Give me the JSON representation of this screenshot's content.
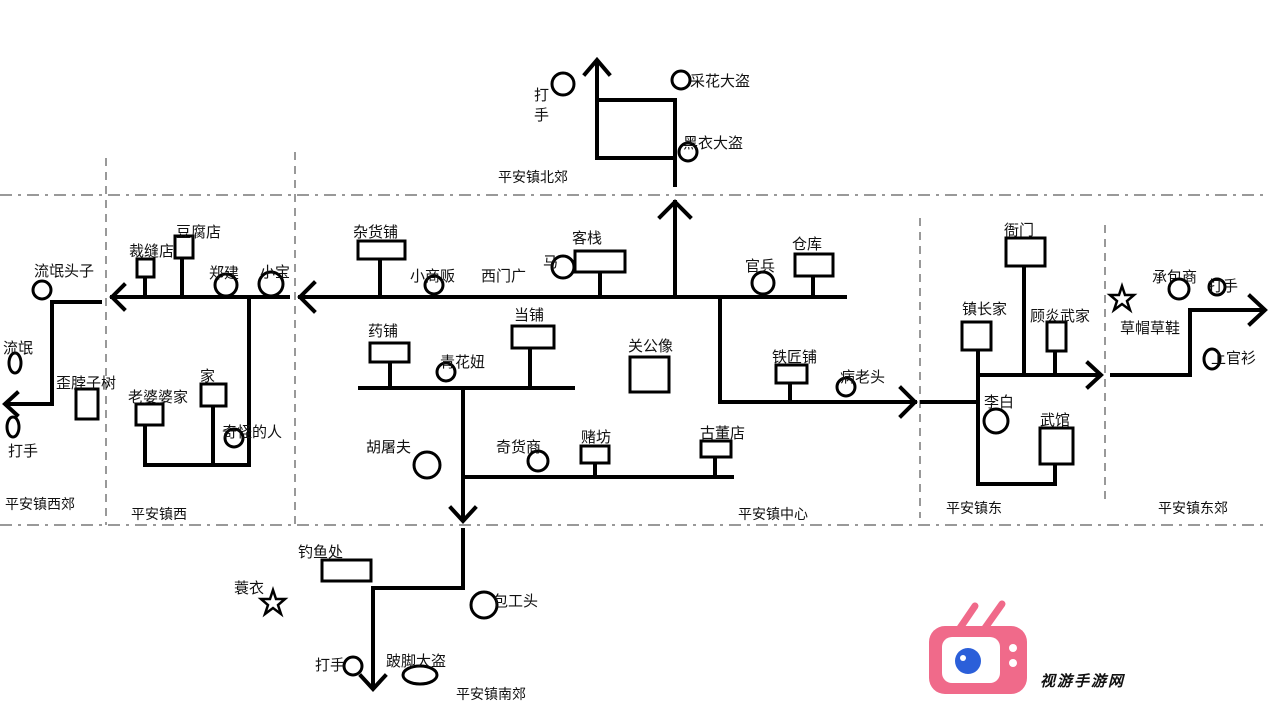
{
  "zones": {
    "north": "平安镇北郊",
    "west_outskirts": "平安镇西郊",
    "west": "平安镇西",
    "center": "平安镇中心",
    "east": "平安镇东",
    "east_outskirts": "平安镇东郊",
    "south": "平安镇南郊"
  },
  "north": {
    "thug_a": "打",
    "thug_b": "手",
    "flower_thief": "采花大盗",
    "black_thief": "黑衣大盗"
  },
  "west_outskirts": {
    "gang_leader": "流氓头子",
    "hooligan": "流氓",
    "crooked_tree": "歪脖子树",
    "thug": "打手"
  },
  "west": {
    "tofu_shop": "豆腐店",
    "tailor": "裁缝店",
    "zhengjian": "郑建",
    "xiaobao": "小宝",
    "home": "家",
    "matchmaker": "老婆婆家",
    "strange_person": "奇怪的人"
  },
  "center": {
    "grocery": "杂货铺",
    "vendor": "小商贩",
    "square": "西门广",
    "inn": "客栈",
    "horse": "马",
    "warehouse": "仓库",
    "soldier": "官兵",
    "pharmacy": "药铺",
    "qinghua": "青花妞",
    "pawnshop": "当铺",
    "guan_statue": "关公像",
    "blacksmith": "铁匠铺",
    "old_man": "病老头",
    "butcher": "胡屠夫",
    "odd_merchant": "奇货商",
    "casino": "赌坊",
    "antique": "古董店"
  },
  "east": {
    "yamen": "衙门",
    "mayor": "镇长家",
    "gu_dojo": "顾炎武家",
    "libai": "李白",
    "martial_hall": "武馆"
  },
  "east_outskirts": {
    "contractor": "承包商",
    "thug": "打手",
    "sandals": "草帽草鞋",
    "robe": "上官衫"
  },
  "south": {
    "fishing": "钓鱼处",
    "raincoat": "蓑衣",
    "foreman": "包工头",
    "thug": "打手",
    "bandit": "跛脚大盗"
  },
  "watermark": {
    "text": "视游手游网",
    "color": "#1e3a9c",
    "tv_color": "#f06a8a"
  }
}
